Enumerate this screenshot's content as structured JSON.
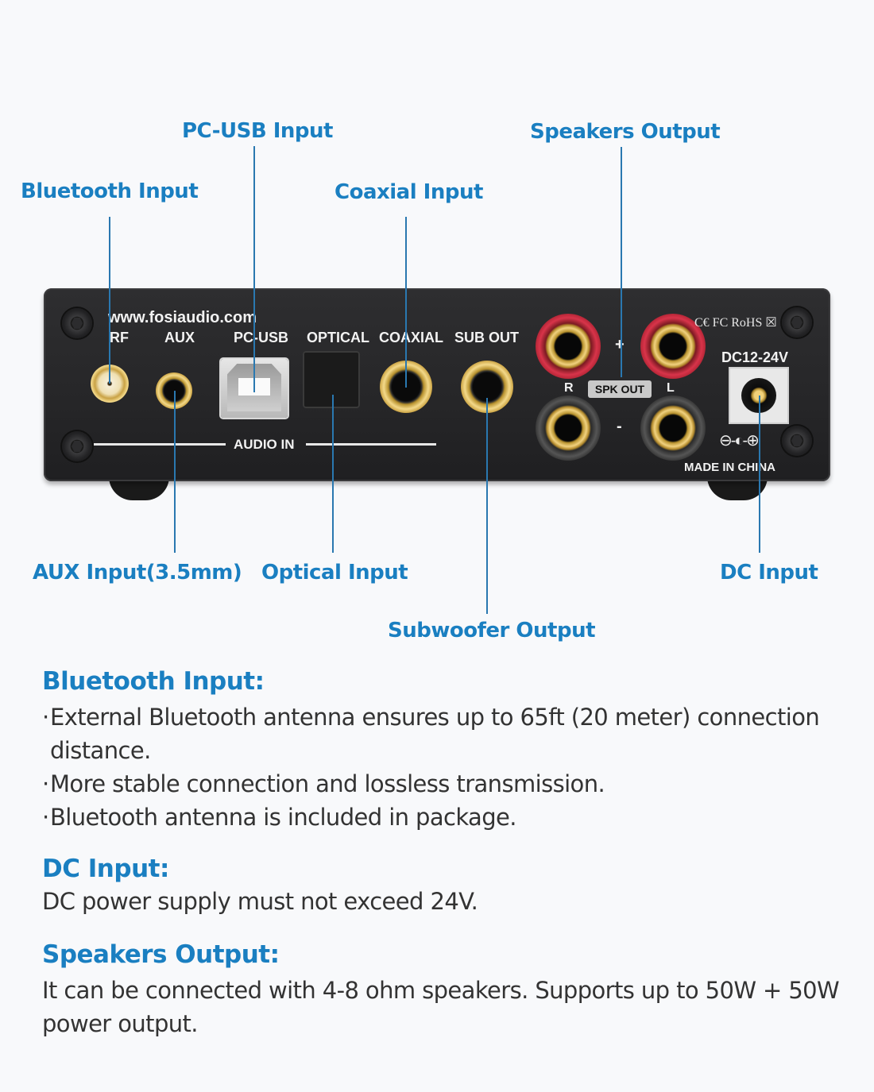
{
  "callouts": {
    "pc_usb": "PC-USB Input",
    "speakers": "Speakers Output",
    "bluetooth": "Bluetooth Input",
    "coaxial": "Coaxial Input",
    "aux": "AUX Input(3.5mm)",
    "optical": "Optical Input",
    "dc": "DC Input",
    "subwoofer": "Subwoofer Output"
  },
  "device": {
    "website": "www.fosiaudio.com",
    "port_labels": {
      "rf": "RF",
      "aux": "AUX",
      "pc_usb": "PC-USB",
      "optical": "OPTICAL",
      "coaxial": "COAXIAL",
      "sub_out": "SUB OUT"
    },
    "audio_in": "AUDIO IN",
    "spk_out": "SPK OUT",
    "channel_r": "R",
    "channel_l": "L",
    "plus": "+",
    "minus": "-",
    "certifications": "C€ FC RoHS ☒",
    "power_rating": "DC12-24V",
    "polarity": "⊖-◐-⊕",
    "made_in": "MADE IN CHINA"
  },
  "sections": [
    {
      "title": "Bluetooth Input:",
      "bullets": [
        "External Bluetooth antenna ensures up to 65ft (20 meter) connection distance.",
        "More stable connection and lossless transmission.",
        "Bluetooth antenna is included in package."
      ]
    },
    {
      "title": "DC Input:",
      "text": "DC power supply must not exceed 24V."
    },
    {
      "title": "Speakers Output:",
      "text": "It can be connected with 4-8 ohm speakers. Supports up to 50W + 50W power output."
    }
  ],
  "bullet_char": "·",
  "colors": {
    "accent": "#1a7fc1",
    "body_text": "#333333",
    "background": "#f8f9fb",
    "device": "#262628"
  }
}
